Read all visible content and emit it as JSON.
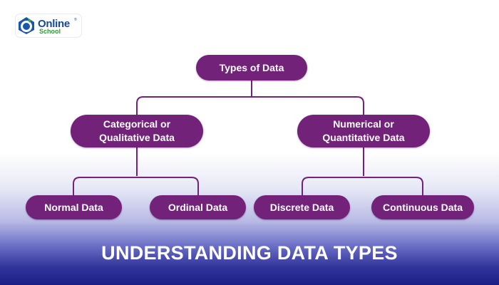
{
  "logo": {
    "word": "Online",
    "sub": "School"
  },
  "diagram": {
    "root": "Types of Data",
    "categorical": "Categorical or\nQualitative Data",
    "numerical": "Numerical or\nQuantitative Data",
    "normal": "Normal Data",
    "ordinal": "Ordinal Data",
    "discrete": "Discrete Data",
    "continuous": "Continuous Data"
  },
  "banner": {
    "title": "UNDERSTANDING DATA TYPES"
  },
  "colors": {
    "node": "#73227a",
    "line": "#73227a",
    "banner_bottom": "#1c1f86",
    "logo_blue": "#16489a",
    "logo_green": "#2f9a3a"
  }
}
